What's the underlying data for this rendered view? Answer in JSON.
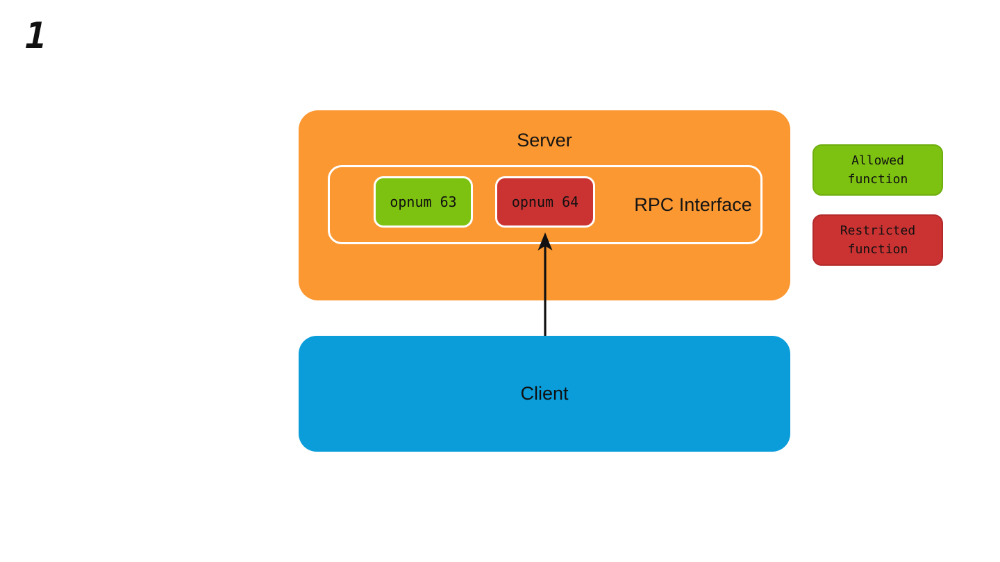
{
  "page": {
    "number_label": "1",
    "background_color": "#ffffff"
  },
  "diagram": {
    "server": {
      "label": "Server",
      "color": "#fb9832"
    },
    "rpc_interface": {
      "label": "RPC Interface",
      "border_color": "#ffffff"
    },
    "opnum_allowed": {
      "label": "opnum 63",
      "color": "#7dc211",
      "border_color": "#ffffff"
    },
    "opnum_restricted": {
      "label": "opnum 64",
      "color": "#cb3333",
      "border_color": "#ffffff"
    },
    "client": {
      "label": "Client",
      "color": "#0a9dda"
    },
    "arrow": {
      "from": "Client",
      "to": "opnum 64",
      "color": "#111111"
    }
  },
  "legend": {
    "allowed": {
      "label": "Allowed\nfunction",
      "color": "#7dc211"
    },
    "restricted": {
      "label": "Restricted\nfunction",
      "color": "#cb3333"
    }
  }
}
